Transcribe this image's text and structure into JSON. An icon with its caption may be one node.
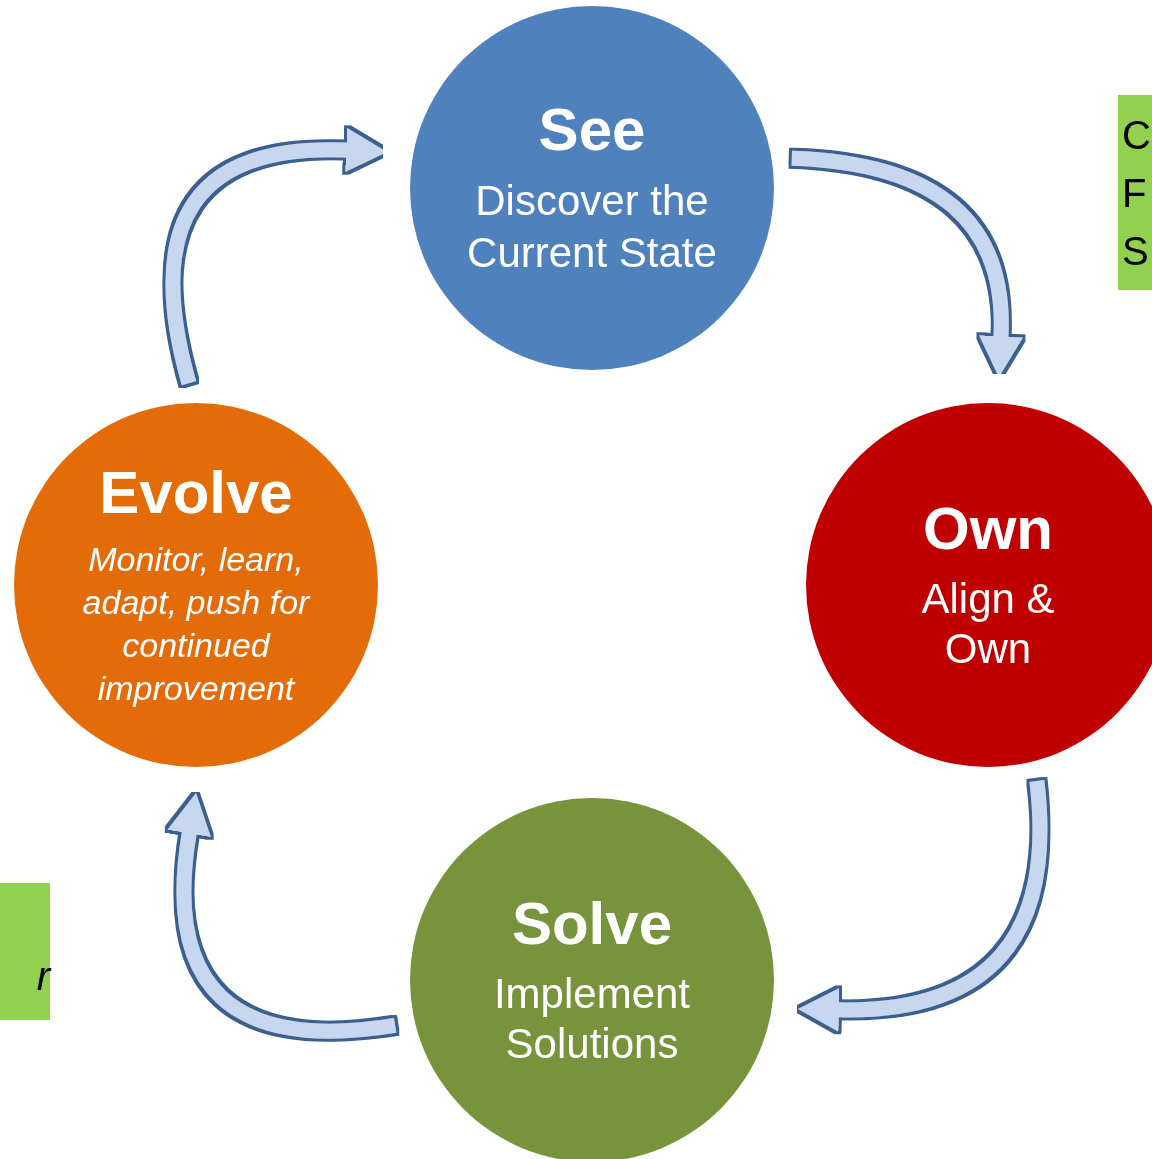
{
  "diagram": {
    "nodes": [
      {
        "text": [
          "See",
          "Discover the Current State"
        ]
      },
      {
        "text": [
          "Own",
          "Align & Own"
        ]
      },
      {
        "text": [
          "Solve",
          "Implement Solutions"
        ]
      },
      {
        "text": [
          "Evolve",
          "Monitor, learn, adapt, push for continued improvement"
        ]
      },
      {
        "text": [
          "C F S"
        ]
      },
      {
        "text": [
          "r"
        ]
      }
    ],
    "edges": [
      {
        "from": 0,
        "to": 1,
        "arrow": "to"
      },
      {
        "from": 1,
        "to": 2,
        "arrow": "to"
      },
      {
        "from": 2,
        "to": 3,
        "arrow": "to"
      },
      {
        "from": 3,
        "to": 0,
        "arrow": "to"
      }
    ]
  }
}
